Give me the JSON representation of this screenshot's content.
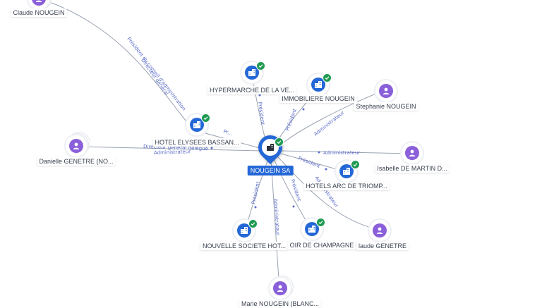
{
  "colors": {
    "company": "#2467d6",
    "person": "#8a5fd9",
    "verified": "#1f9a52",
    "edge_label": "#5b6cc9",
    "edge": "#9aa3b1"
  },
  "center": {
    "label": "NOUGEIN SA",
    "icon": "building-icon"
  },
  "nodes": {
    "claude_nougein": {
      "label": "Claude NOUGEIN",
      "kind": "person",
      "icon": "person-icon"
    },
    "hotel_elysees": {
      "label": "HOTEL ELYSEES BASSAN...",
      "kind": "company",
      "icon": "building-icon",
      "verified": true
    },
    "hypermarche": {
      "label": "HYPERMARCHE DE LA VE...",
      "kind": "company",
      "icon": "building-icon",
      "verified": true
    },
    "immobiliere": {
      "label": "IMMOBILIERE NOUGEIN",
      "kind": "company",
      "icon": "building-icon",
      "verified": true
    },
    "stephanie": {
      "label": "Stephanie NOUGEIN",
      "kind": "person",
      "icon": "person-icon"
    },
    "danielle": {
      "label": "Danielle GENETRE (NO...",
      "kind": "person",
      "icon": "person-icon"
    },
    "isabelle": {
      "label": "Isabelle DE MARTIN D...",
      "kind": "person",
      "icon": "person-icon"
    },
    "hotels_arc": {
      "label": "HOTELS ARC DE TRIOMP...",
      "kind": "company",
      "icon": "building-icon",
      "verified": true
    },
    "nouvelle_societe": {
      "label": "NOUVELLE SOCIETE HOT...",
      "kind": "company",
      "icon": "building-icon",
      "verified": true
    },
    "champagne": {
      "label": "OIR DE CHAMPAGNE",
      "kind": "company",
      "icon": "building-icon",
      "verified": true
    },
    "claude_genetre": {
      "label": "laude GENETRE",
      "kind": "person",
      "icon": "person-icon"
    },
    "marie": {
      "label": "Marie NOUGEIN (BLANC...",
      "kind": "person",
      "icon": "person-icon"
    }
  },
  "edges": {
    "claude_president": "Président du conseil d'administration",
    "claude_directeur": "Directeur général",
    "elysees_president": "Pr...",
    "hypermarche_president": "Président",
    "immobiliere_president": "Président",
    "stephanie_admin": "Administrateur",
    "danielle_ddg": "Directeur général délégué",
    "danielle_admin": "Administrateur",
    "isabelle_admin": "Administrateur",
    "arc_president": "Président",
    "genetre_admin": "Administrateur",
    "nouvelle_president": "Président",
    "champagne_president": "Président",
    "marie_admin": "Administrateur"
  }
}
